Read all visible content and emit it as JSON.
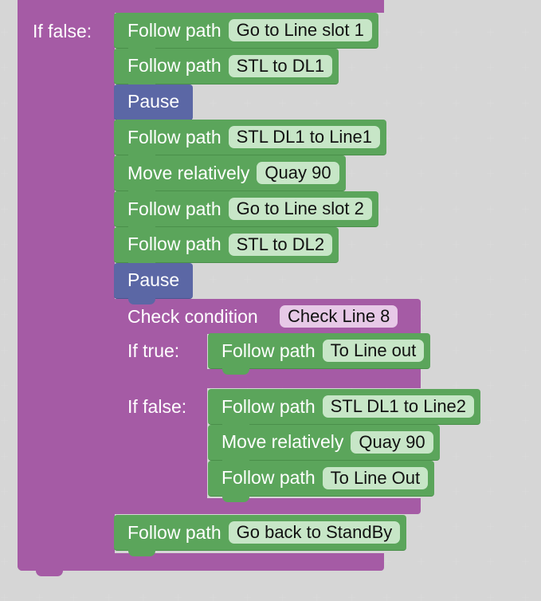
{
  "outer": {
    "if_false_label": "If false:"
  },
  "blocks": [
    {
      "label": "Follow path",
      "value": "Go to Line slot 1"
    },
    {
      "label": "Follow path",
      "value": "STL to DL1"
    },
    {
      "label": "Pause"
    },
    {
      "label": "Follow path",
      "value": "STL DL1 to Line1"
    },
    {
      "label": "Move relatively",
      "value": "Quay 90"
    },
    {
      "label": "Follow path",
      "value": "Go to Line slot 2"
    },
    {
      "label": "Follow path",
      "value": "STL to DL2"
    },
    {
      "label": "Pause"
    }
  ],
  "check": {
    "label": "Check condition",
    "value": "Check Line 8",
    "if_true_label": "If true:",
    "if_false_label": "If false:",
    "true_blocks": [
      {
        "label": "Follow path",
        "value": "To Line out"
      }
    ],
    "false_blocks": [
      {
        "label": "Follow path",
        "value": "STL DL1 to Line2"
      },
      {
        "label": "Move relatively",
        "value": "Quay 90"
      },
      {
        "label": "Follow path",
        "value": "To Line Out"
      }
    ]
  },
  "final_block": {
    "label": "Follow path",
    "value": "Go back to StandBy"
  },
  "colors": {
    "control": "#a55ba5",
    "path_block": "#5ba55b",
    "pause_block": "#5b67a5",
    "chip": "#c7e6c7",
    "condition_chip": "#e7c9e7"
  }
}
